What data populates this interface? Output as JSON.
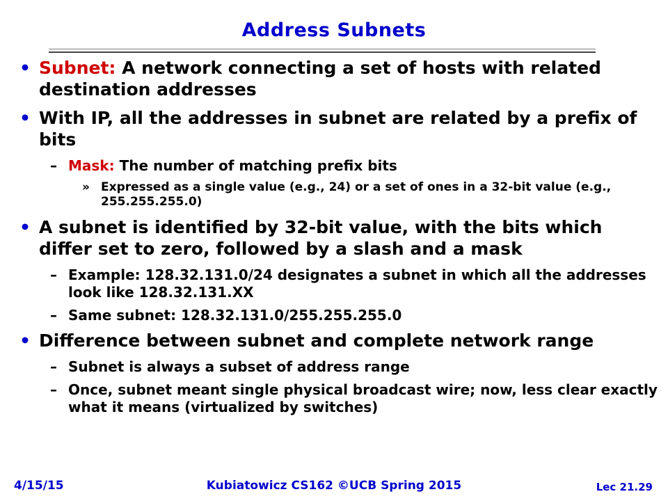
{
  "slide": {
    "title": "Address Subnets",
    "bullets": [
      {
        "term": "Subnet:",
        "text": " A network connecting a set of hosts with related destination addresses"
      },
      {
        "text": "With IP, all the addresses in subnet are related by a prefix of bits"
      },
      {
        "term": "Mask:",
        "text": " The number of matching prefix bits"
      },
      {
        "text": "Expressed as a single value (e.g., 24) or a set of ones in a 32-bit value (e.g., 255.255.255.0)"
      },
      {
        "text": "A subnet is identified by 32-bit value, with the bits which differ set to zero, followed by a slash and a mask"
      },
      {
        "text": "Example: 128.32.131.0/24 designates a subnet in which all the addresses look like 128.32.131.XX"
      },
      {
        "text": "Same subnet: 128.32.131.0/255.255.255.0"
      },
      {
        "text": "Difference between subnet and complete network range"
      },
      {
        "text": "Subnet is always a subset of address range"
      },
      {
        "text": "Once, subnet meant single physical broadcast wire; now, less clear exactly what it means (virtualized by switches)"
      }
    ],
    "markers": {
      "bullet": "•",
      "dash": "–",
      "raquo": "»"
    }
  },
  "footer": {
    "date": "4/15/15",
    "course": "Kubiatowicz CS162 ©UCB Spring 2015",
    "lecture": "Lec 21.29"
  },
  "colors": {
    "title": "#0000cc",
    "highlight": "#d00000",
    "text": "#000000"
  }
}
